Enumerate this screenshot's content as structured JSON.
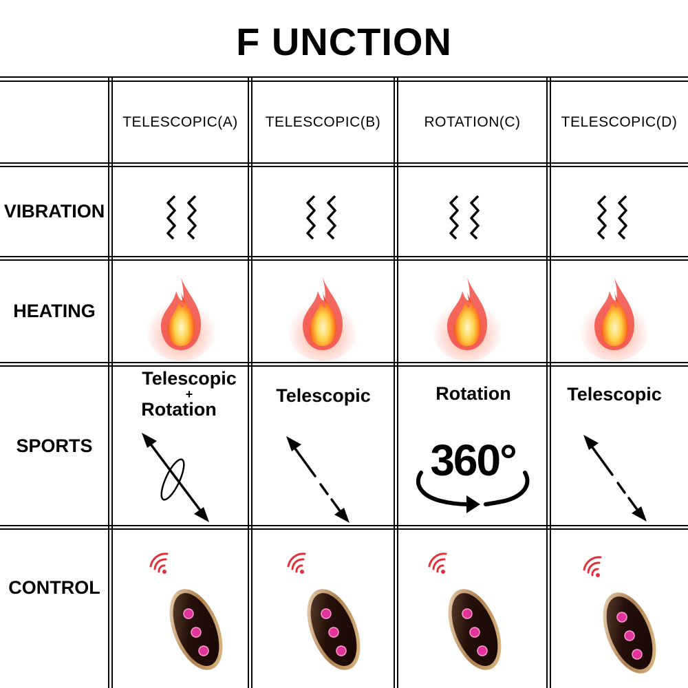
{
  "title": "F UNCTION",
  "columns": [
    "TELESCOPIC(A)",
    "TELESCOPIC(B)",
    "ROTATION(C)",
    "TELESCOPIC(D)"
  ],
  "rows": [
    "VIBRATION",
    "HEATING",
    "SPORTS",
    "CONTROL"
  ],
  "sports": {
    "a": {
      "line1": "Telescopic",
      "plus": "+",
      "line2": "Rotation"
    },
    "b": "Telescopic",
    "c": "Rotation",
    "c_badge": "360°",
    "d": "Telescopic"
  },
  "colors": {
    "flame_outer": "#f0443a",
    "flame_inner": "#ffe27a",
    "remote_body": "#2a1410",
    "remote_button": "#e0349b",
    "signal": "#e0303a"
  },
  "icons": {
    "vibration": "vibration-icon",
    "heating": "flame-icon",
    "telescopic": "diagonal-arrow-icon",
    "rotation": "rotate-360-icon",
    "control": "remote-control-icon"
  }
}
